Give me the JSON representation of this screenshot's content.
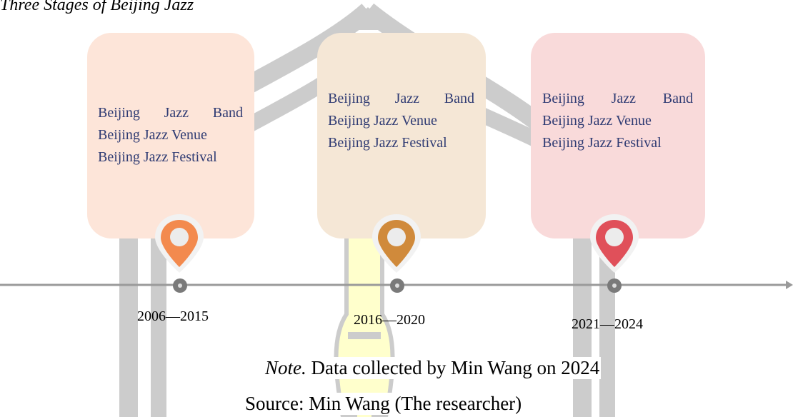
{
  "title": "Three Stages of Beijing Jazz",
  "colors": {
    "card_1": "#fde5d9",
    "card_2": "#f5e7d6",
    "card_3": "#f9dada",
    "pin_1": "#f38a4e",
    "pin_2": "#d08a3b",
    "pin_3": "#e0505a",
    "text": "#2f3b73",
    "axis": "#9a9a9a",
    "road": "#cccccc",
    "road_accent": "#ffffcc"
  },
  "stages": [
    {
      "period": "2006—2015",
      "items": [
        "Beijing Jazz Band",
        "Beijing Jazz Venue",
        "Beijing Jazz Festival"
      ]
    },
    {
      "period": "2016—2020",
      "items": [
        "Beijing Jazz Band",
        "Beijing Jazz Venue",
        "Beijing Jazz Festival"
      ]
    },
    {
      "period": "2021—2024",
      "items": [
        "Beijing Jazz Band",
        "Beijing Jazz Venue",
        "Beijing Jazz Festival"
      ]
    }
  ],
  "note": {
    "italic": "Note.",
    "text": " Data collected by Min Wang on 2024"
  },
  "source": "Source: Min Wang (The researcher)"
}
